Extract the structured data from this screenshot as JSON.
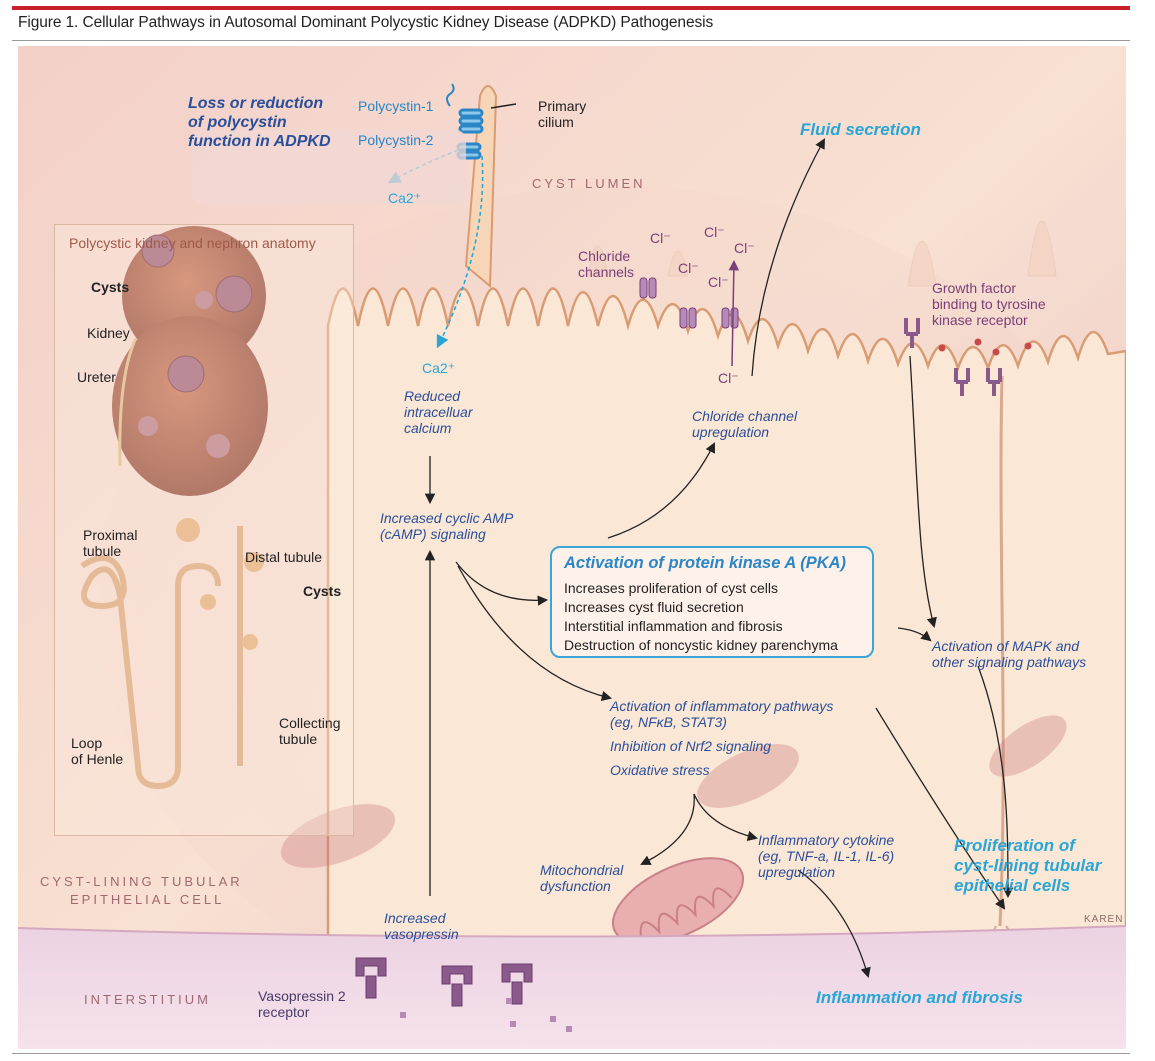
{
  "figure": {
    "title": "Figure 1. Cellular Pathways in Autosomal Dominant Polycystic Kidney Disease (ADPKD) Pathogenesis",
    "signature": "KAREN"
  },
  "regions": {
    "cyst_lumen": "CYST LUMEN",
    "cell_line1": "CYST-LINING TUBULAR",
    "cell_line2": "EPITHELIAL CELL",
    "interstitium": "INTERSTITIUM"
  },
  "top_left": {
    "loss": "Loss or reduction\nof polycystin\nfunction in ADPKD",
    "polycystin1": "Polycystin-1",
    "polycystin2": "Polycystin-2",
    "primary_cilium": "Primary\ncilium",
    "ca_top": "Ca2⁺",
    "ca_bottom": "Ca2⁺"
  },
  "inset": {
    "title": "Polycystic kidney and nephron anatomy",
    "cysts_upper": "Cysts",
    "kidney": "Kidney",
    "ureter": "Ureter",
    "proximal_tubule": "Proximal\ntubule",
    "distal_tubule": "Distal tubule",
    "cysts_lower": "Cysts",
    "collecting_tubule": "Collecting\ntubule",
    "loop_of_henle": "Loop\nof Henle"
  },
  "membrane": {
    "chloride_channels": "Chloride\nchannels",
    "cl": "Cl⁻",
    "growth_factor": "Growth factor\nbinding to tyrosine\nkinase receptor"
  },
  "pathway": {
    "fluid_secretion": "Fluid secretion",
    "reduced_calcium": "Reduced\nintracelluar\ncalcium",
    "chloride_upregulation": "Chloride channel\nupregulation",
    "camp": "Increased cyclic AMP\n(cAMP) signaling",
    "pka_title": "Activation of protein kinase A (PKA)",
    "pka_items": [
      "Increases proliferation of cyst cells",
      "Increases cyst fluid secretion",
      "Interstitial inflammation and fibrosis",
      "Destruction of noncystic kidney parenchyma"
    ],
    "mapk": "Activation of MAPK and\nother signaling pathways",
    "inflammatory": "Activation of inflammatory pathways\n(eg, NFκB, STAT3)",
    "nrf2": "Inhibition of Nrf2 signaling",
    "oxidative": "Oxidative stress",
    "mito": "Mitochondrial\ndysfunction",
    "cytokine": "Inflammatory cytokine\n(eg, TNF-a, IL-1, IL-6)\nupregulation",
    "proliferation": "Proliferation of\ncyst-lining tubular\nepithelial cells",
    "inflammation_fibrosis": "Inflammation and fibrosis",
    "vasopressin": "Increased\nvasopressin",
    "v2_receptor": "Vasopressin 2\nreceptor"
  },
  "colors": {
    "accent_red": "#c8202b",
    "cyan": "#2aa6d6",
    "pathway_blue": "#2a4f9a",
    "purple": "#7a3f78"
  }
}
